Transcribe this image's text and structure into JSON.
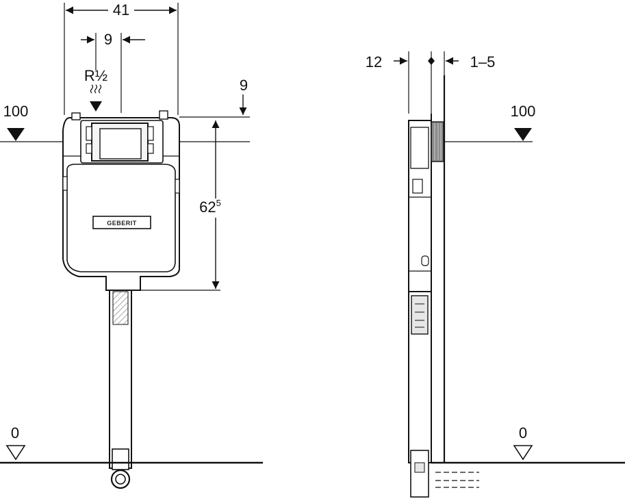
{
  "front_view": {
    "width_label": "41",
    "inlet_offset_label": "9",
    "inlet_thread_label": "R½",
    "top_offset_label": "9",
    "height_label_main": "62",
    "height_label_sup": "5",
    "level_left_label": "100",
    "floor_label": "0",
    "brand_logo": "GEBERIT"
  },
  "side_view": {
    "depth_label": "12",
    "adjust_label": "1–5",
    "level_label": "100",
    "floor_label": "0"
  },
  "colors": {
    "line": "#111111",
    "panel_gray": "#e6e6e6",
    "accent_gray": "#8a8a8a"
  }
}
